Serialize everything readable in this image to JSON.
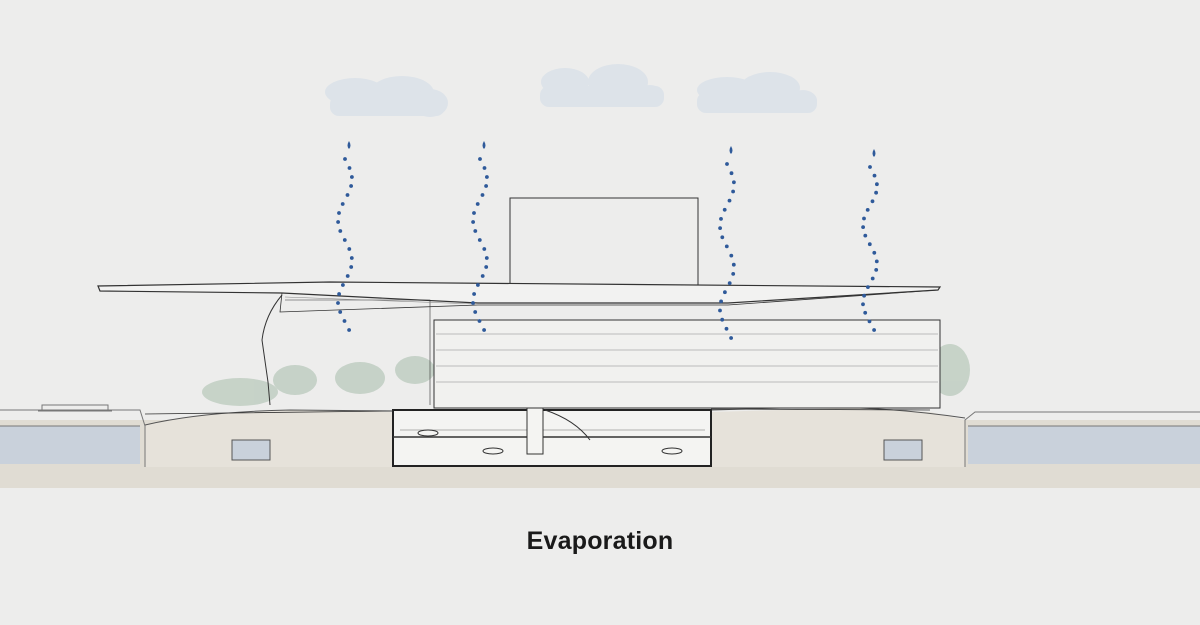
{
  "caption": "Evaporation",
  "colors": {
    "background": "#ededec",
    "cloud": "#dde3e9",
    "droplet": "#2f5a9a",
    "water": "#c9d1db",
    "ground": "#e0dcd3",
    "line": "#4a4a4a",
    "vegetation": "#b9c9bc"
  },
  "clouds": [
    "cloud",
    "cloud",
    "cloud"
  ],
  "evaporation_streams": [
    "evaporation-stream",
    "evaporation-stream",
    "evaporation-stream",
    "evaporation-stream"
  ]
}
